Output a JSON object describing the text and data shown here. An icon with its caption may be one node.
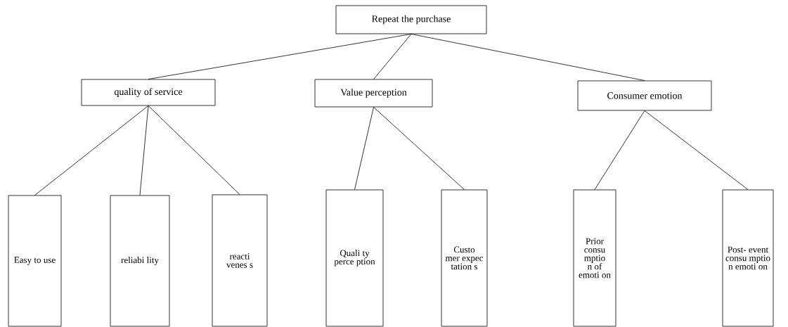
{
  "diagram": {
    "nodes": [
      {
        "text": [
          "Repeat the purchase"
        ]
      },
      {
        "text": [
          "quality of service"
        ]
      },
      {
        "text": [
          "Value perception"
        ]
      },
      {
        "text": [
          "Consumer emotion"
        ]
      },
      {
        "text": [
          "Easy to use"
        ]
      },
      {
        "text": [
          "reliabi lity"
        ]
      },
      {
        "text": [
          "reacti venes s"
        ]
      },
      {
        "text": [
          "Quali ty perce ption"
        ]
      },
      {
        "text": [
          "Custo mer expec tation s"
        ]
      },
      {
        "text": [
          "Prior consu mptio n of emoti on"
        ]
      },
      {
        "text": [
          "Post- event consu mptio n emoti on"
        ]
      }
    ],
    "edges": [
      {
        "from": 0,
        "to": 1,
        "arrow": "none"
      },
      {
        "from": 0,
        "to": 2,
        "arrow": "none"
      },
      {
        "from": 0,
        "to": 3,
        "arrow": "none"
      },
      {
        "from": 1,
        "to": 4,
        "arrow": "none"
      },
      {
        "from": 1,
        "to": 5,
        "arrow": "none"
      },
      {
        "from": 1,
        "to": 6,
        "arrow": "none"
      },
      {
        "from": 2,
        "to": 7,
        "arrow": "none"
      },
      {
        "from": 2,
        "to": 8,
        "arrow": "none"
      },
      {
        "from": 3,
        "to": 9,
        "arrow": "none"
      },
      {
        "from": 3,
        "to": 10,
        "arrow": "none"
      }
    ]
  }
}
